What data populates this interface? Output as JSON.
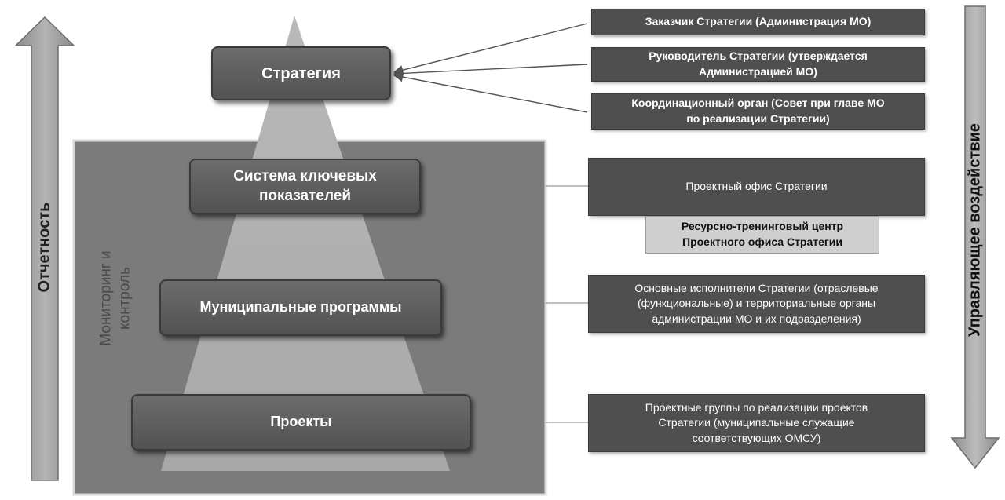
{
  "left_arrow": {
    "label": "Отчетность"
  },
  "right_arrow": {
    "label": "Управляющее воздействие"
  },
  "monitoring_panel": {
    "label_line1": "Мониторинг и",
    "label_line2": "контроль"
  },
  "pyramid": {
    "tiers": [
      {
        "label": "Стратегия"
      },
      {
        "label_line1": "Система ключевых",
        "label_line2": "показателей"
      },
      {
        "label": "Муниципальные программы"
      },
      {
        "label": "Проекты"
      }
    ]
  },
  "right_boxes": {
    "customer": "Заказчик Стратегии (Администрация МО)",
    "head_line1": "Руководитель Стратегии (утверждается",
    "head_line2": "Администрацией МО)",
    "coord_line1": "Координационный орган (Совет при главе МО",
    "coord_line2": "по реализации Стратегии)",
    "project_office": "Проектный офис Стратегии",
    "training_line1": "Ресурсно-тренинговый центр",
    "training_line2": "Проектного офиса Стратегии",
    "executors_line1": "Основные исполнители Стратегии (отраслевые",
    "executors_line2": "(функциональные) и территориальные органы",
    "executors_line3": "администрации МО  и их подразделения)",
    "groups_line1": "Проектные группы по реализации проектов",
    "groups_line2": "Стратегии (муниципальные служащие",
    "groups_line3": "соответствующих ОМСУ)"
  }
}
